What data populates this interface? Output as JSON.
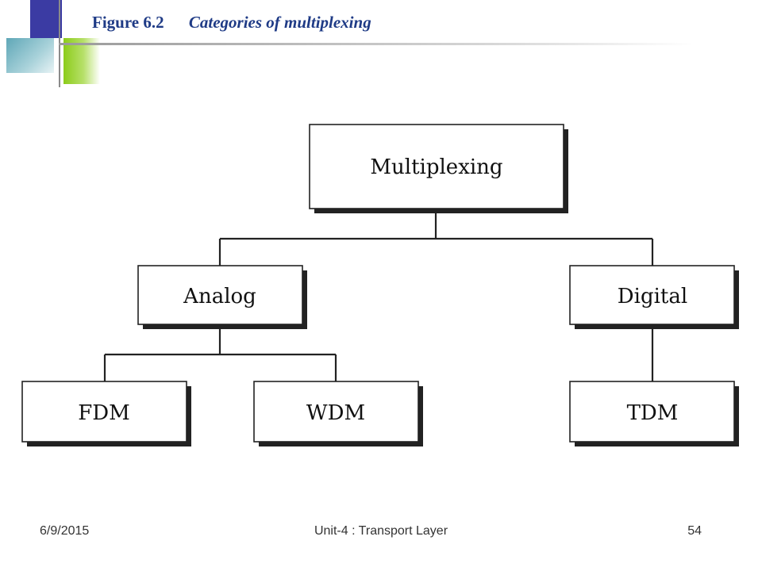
{
  "title": {
    "figure_number": "Figure 6.2",
    "caption": "Categories of multiplexing"
  },
  "colors": {
    "title": "#1f3b86",
    "deco_blue": "#3b3ba3",
    "deco_green": "#8ccc1a",
    "deco_teal": "#5fa7b7"
  },
  "diagram": {
    "nodes": {
      "root": "Multiplexing",
      "analog": "Analog",
      "digital": "Digital",
      "fdm": "FDM",
      "wdm": "WDM",
      "tdm": "TDM"
    },
    "edges": [
      [
        "root",
        "analog"
      ],
      [
        "root",
        "digital"
      ],
      [
        "analog",
        "fdm"
      ],
      [
        "analog",
        "wdm"
      ],
      [
        "digital",
        "tdm"
      ]
    ]
  },
  "footer": {
    "date": "6/9/2015",
    "center": "Unit-4 : Transport Layer",
    "page": "54"
  }
}
